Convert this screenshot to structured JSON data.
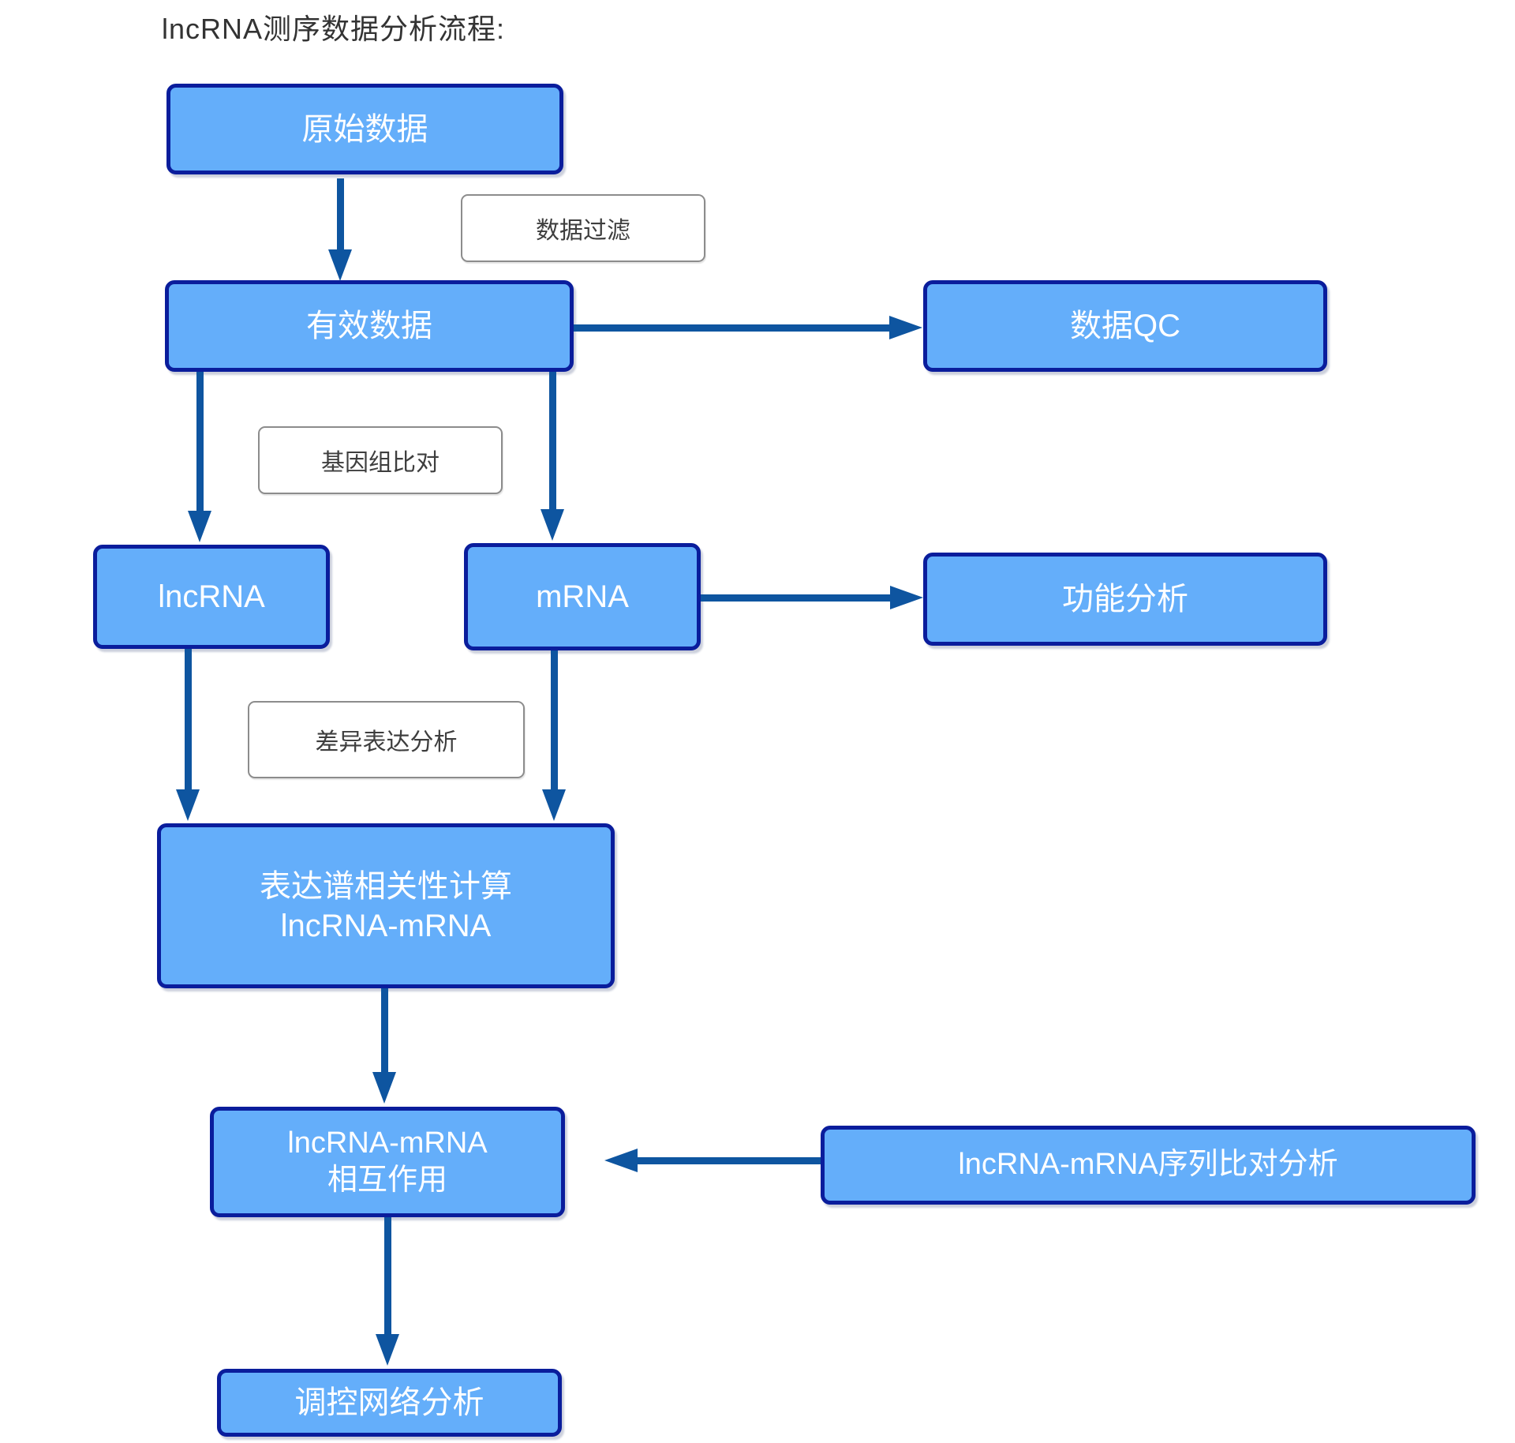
{
  "title": "lncRNA测序数据分析流程:",
  "colors": {
    "node_fill": "#64AEFA",
    "node_border": "#0A1D9C",
    "node_text": "#FFFFFF",
    "arrow": "#0E55A0",
    "label_border": "#8C8C8C",
    "label_text": "#3E3E3E",
    "title_text": "#333333"
  },
  "nodes": {
    "raw": {
      "label": "原始数据"
    },
    "valid": {
      "label": "有效数据"
    },
    "qc": {
      "label": "数据QC"
    },
    "lncrna": {
      "label": "lncRNA"
    },
    "mrna": {
      "label": "mRNA"
    },
    "func": {
      "label": "功能分析"
    },
    "corr": {
      "line1": "表达谱相关性计算",
      "line2": "lncRNA-mRNA"
    },
    "inter": {
      "line1": "lncRNA-mRNA",
      "line2": "相互作用"
    },
    "seq": {
      "label": "lncRNA-mRNA序列比对分析"
    },
    "network": {
      "label": "调控网络分析"
    }
  },
  "process_labels": {
    "filter": "数据过滤",
    "genome_align": "基因组比对",
    "diff_expr": "差异表达分析"
  }
}
